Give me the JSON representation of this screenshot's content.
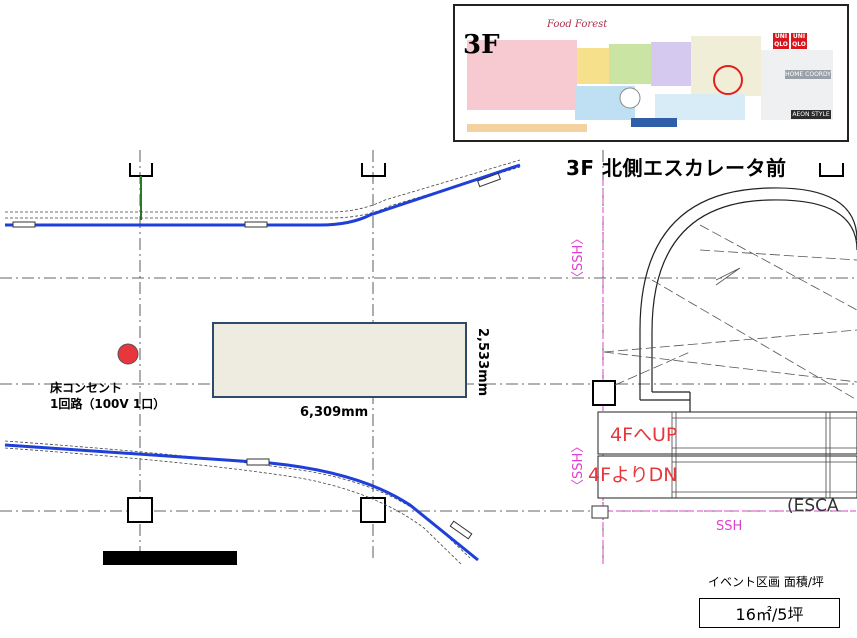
{
  "title": "3F 北側エスカレータ前",
  "booth": {
    "width_label": "6,309mm",
    "depth_label": "2,533mm"
  },
  "outlet": {
    "line1": "床コンセント",
    "line2": "1回路（100V 1口）"
  },
  "escalator": {
    "up_label": "4FへUP",
    "down_label": "4FよりDN",
    "esca_label": "(ESCA"
  },
  "ssh_label": "SSH",
  "ssh_label_bracketed": "〈SSH〉",
  "area": {
    "caption": "イベント区画 面積/坪",
    "value": "16㎡/5坪"
  },
  "inset_map": {
    "floor_label": "3F",
    "food_forest": "Food Forest",
    "brand_a": "UNI QLO",
    "brand_b": "UNI QLO",
    "brand_c": "HOME COORDY",
    "brand_d": "AEON STYLE"
  },
  "colors": {
    "route_line": "#1e3fd8",
    "outlet_dot": "#e8373c",
    "booth_fill": "#eeebe0",
    "booth_border": "#2e4a6b",
    "escalator_text": "#e8373c",
    "ssh_text": "#e040d0",
    "highlight_circle": "#e02020"
  }
}
